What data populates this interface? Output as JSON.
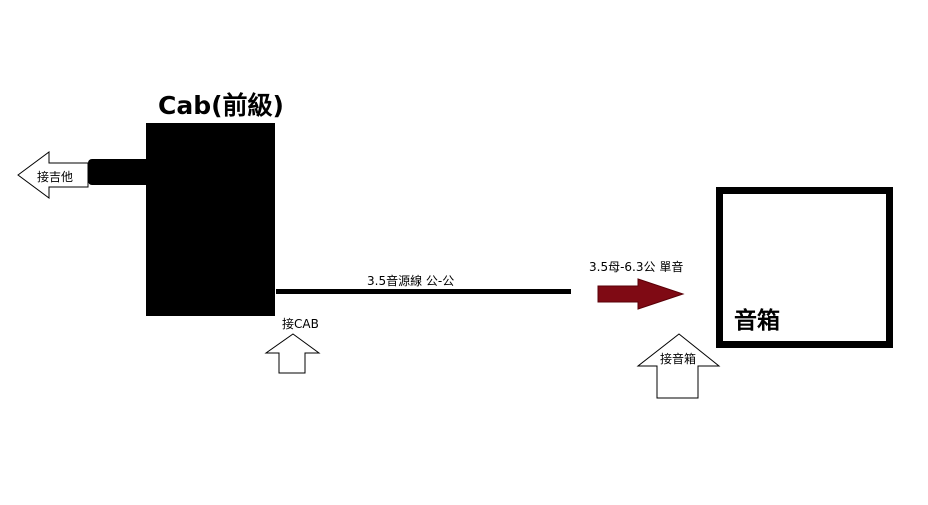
{
  "cab": {
    "title": "Cab(前級)"
  },
  "guitar": {
    "label": "接吉他"
  },
  "cable": {
    "label": "3.5音源線 公-公"
  },
  "cab_input": {
    "label": "接CAB"
  },
  "adapter": {
    "label": "3.5母-6.3公 單音",
    "color": "#7f0a14"
  },
  "speaker": {
    "title": "音箱",
    "connect_label": "接音箱"
  }
}
